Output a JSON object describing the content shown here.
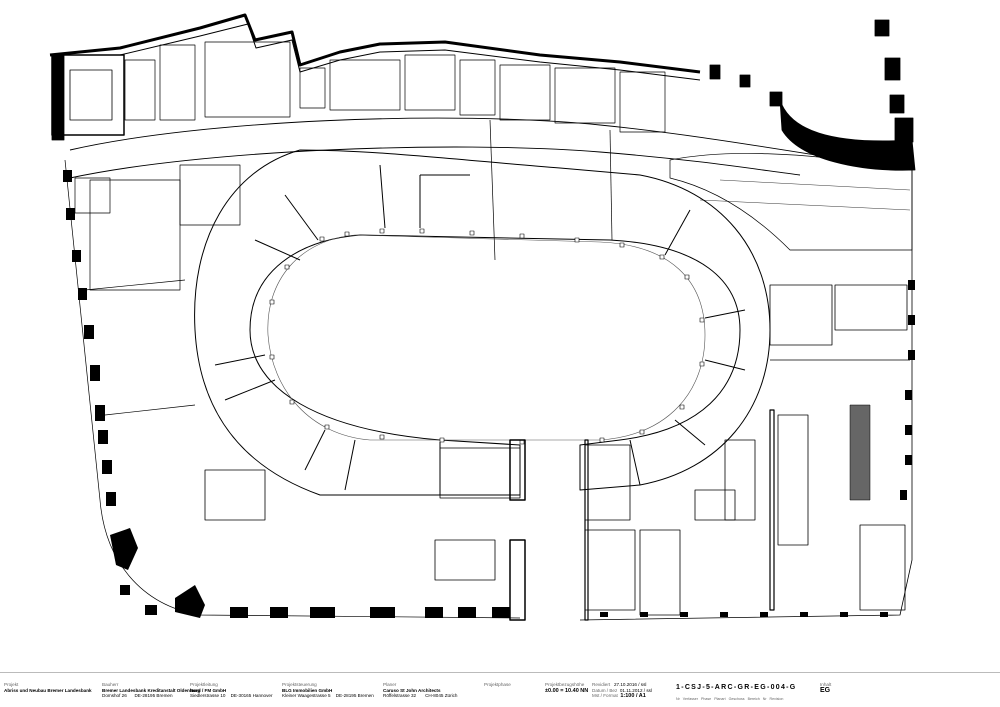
{
  "title_block": {
    "projekt_label": "Projekt",
    "projekt": "Abriss und Neubau Bremer Landesbank",
    "bauherr_label": "Bauherr",
    "bauherr_name": "Bremer Landesbank Kreditanstalt Oldenburg",
    "bauherr_addr": "Domshof 26",
    "bauherr_city": "DE-28195 Bremen",
    "projektleitung_label": "Projektleitung",
    "projektleitung_name": "Nord / FM GmbH",
    "projektleitung_addr": "Siedlerstrasse 10",
    "projektleitung_city": "DE-30165 Hannover",
    "projektsteuerung_label": "Projektsteuerung",
    "projektsteuerung_name": "BLG Immobilien GmbH",
    "projektsteuerung_addr": "Kleiner Waagestrasse 5",
    "projektsteuerung_city": "DE-28195 Bremen",
    "planer_label": "Planer",
    "planer_name": "Caruso St John Architects",
    "planer_addr": "Röffelstrasse 32",
    "planer_city": "CH-8045 Zürich",
    "projektphase_label": "Projektphase",
    "bezugshoehe_label": "Projektbezugshöhe",
    "bezugshoehe": "±0.00 = 10.40 NN",
    "revision_label": "Revidiert",
    "revision_value": "27.10.2016 / ssl",
    "datum_label": "Datum / Bez",
    "datum_value": "01.11.2012 / ssl",
    "massstab_label": "Mst / Format",
    "massstab_value": "1:100 / A1",
    "plan_number": "1-CSJ-5-ARC-GR-EG-004-G",
    "code_labels": [
      "Nr",
      "Verfasser",
      "Phase",
      "Planart",
      "Geschoss",
      "Bereich",
      "Nr",
      "Revision"
    ],
    "inhalt_label": "Inhalt",
    "inhalt": "EG"
  }
}
